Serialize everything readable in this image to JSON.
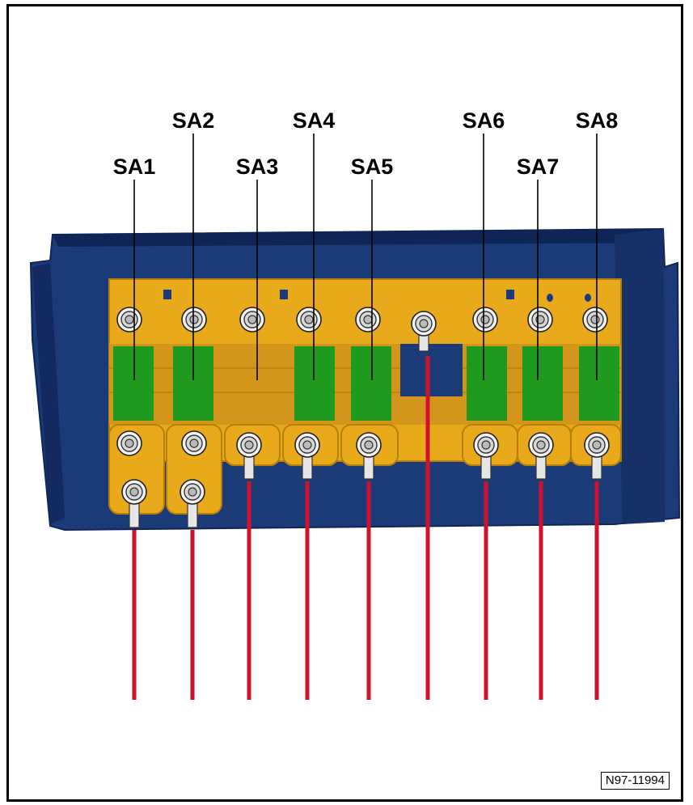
{
  "figure_id": "N97-11994",
  "labels": [
    "SA1",
    "SA2",
    "SA3",
    "SA4",
    "SA5",
    "SA6",
    "SA7",
    "SA8"
  ],
  "colors": {
    "housing": "#1b3a78",
    "housing_dark": "#0f2555",
    "bus_bar": "#e8a91b",
    "bus_bar_edge": "#b57f0a",
    "fuse": "#1f9a1f",
    "cable": "#d0112e",
    "bolt": "#d8d8d8"
  }
}
